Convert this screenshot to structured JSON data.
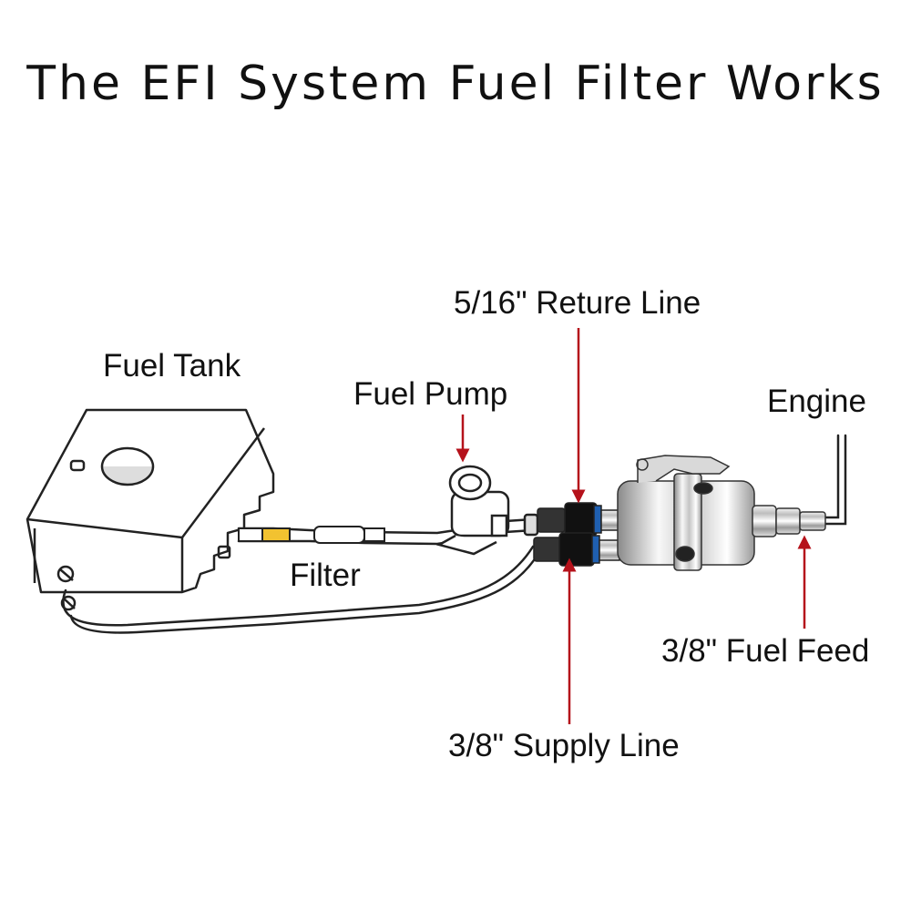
{
  "title": "The EFI System Fuel Filter Works",
  "labels": {
    "fuel_tank": "Fuel Tank",
    "fuel_pump": "Fuel Pump",
    "filter": "Filter",
    "return_line": "5/16\" Reture Line",
    "engine": "Engine",
    "fuel_feed": "3/8\" Fuel Feed",
    "supply_line": "3/8\" Supply Line"
  },
  "colors": {
    "arrow": "#b5121b",
    "line": "#222222",
    "fitting_blue": "#1f5fb0",
    "fuel_yellow": "#f2c230"
  }
}
